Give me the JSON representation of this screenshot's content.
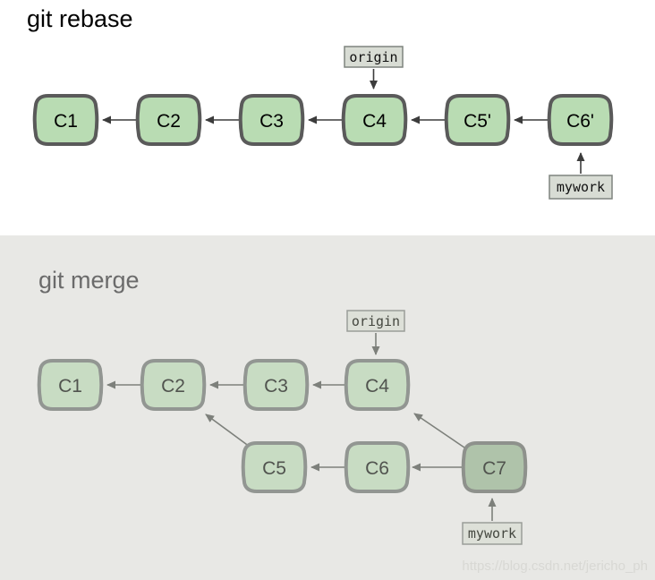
{
  "rebase": {
    "title": "git rebase",
    "nodes": [
      {
        "label": "C1"
      },
      {
        "label": "C2"
      },
      {
        "label": "C3"
      },
      {
        "label": "C4"
      },
      {
        "label": "C5'"
      },
      {
        "label": "C6'"
      }
    ],
    "refs": {
      "origin": "origin",
      "mywork": "mywork"
    },
    "edges": [
      "C2->C1",
      "C3->C2",
      "C4->C3",
      "C5'->C4",
      "C6'->C5'",
      "origin->C4",
      "mywork->C6'"
    ]
  },
  "merge": {
    "title": "git merge",
    "nodes": [
      {
        "label": "C1"
      },
      {
        "label": "C2"
      },
      {
        "label": "C3"
      },
      {
        "label": "C4"
      },
      {
        "label": "C5"
      },
      {
        "label": "C6"
      },
      {
        "label": "C7"
      }
    ],
    "refs": {
      "origin": "origin",
      "mywork": "mywork"
    },
    "edges": [
      "C2->C1",
      "C3->C2",
      "C4->C3",
      "C5->C2",
      "C6->C5",
      "C7->C6",
      "C7->C4",
      "origin->C4",
      "mywork->C7"
    ]
  },
  "watermark": "https://blog.csdn.net/jericho_ph",
  "colors": {
    "commit_fill_top": "#b9dcb3",
    "commit_border_top": "#5a5a5a",
    "commit_fill_bottom": "#c8dcc3",
    "merge_commit_fill": "#afc3aa",
    "panel_background": "#e8e8e5",
    "ref_label_fill": "#d8dcd4",
    "arrow_top": "#3c3c3c",
    "arrow_bottom": "#7d807b"
  }
}
